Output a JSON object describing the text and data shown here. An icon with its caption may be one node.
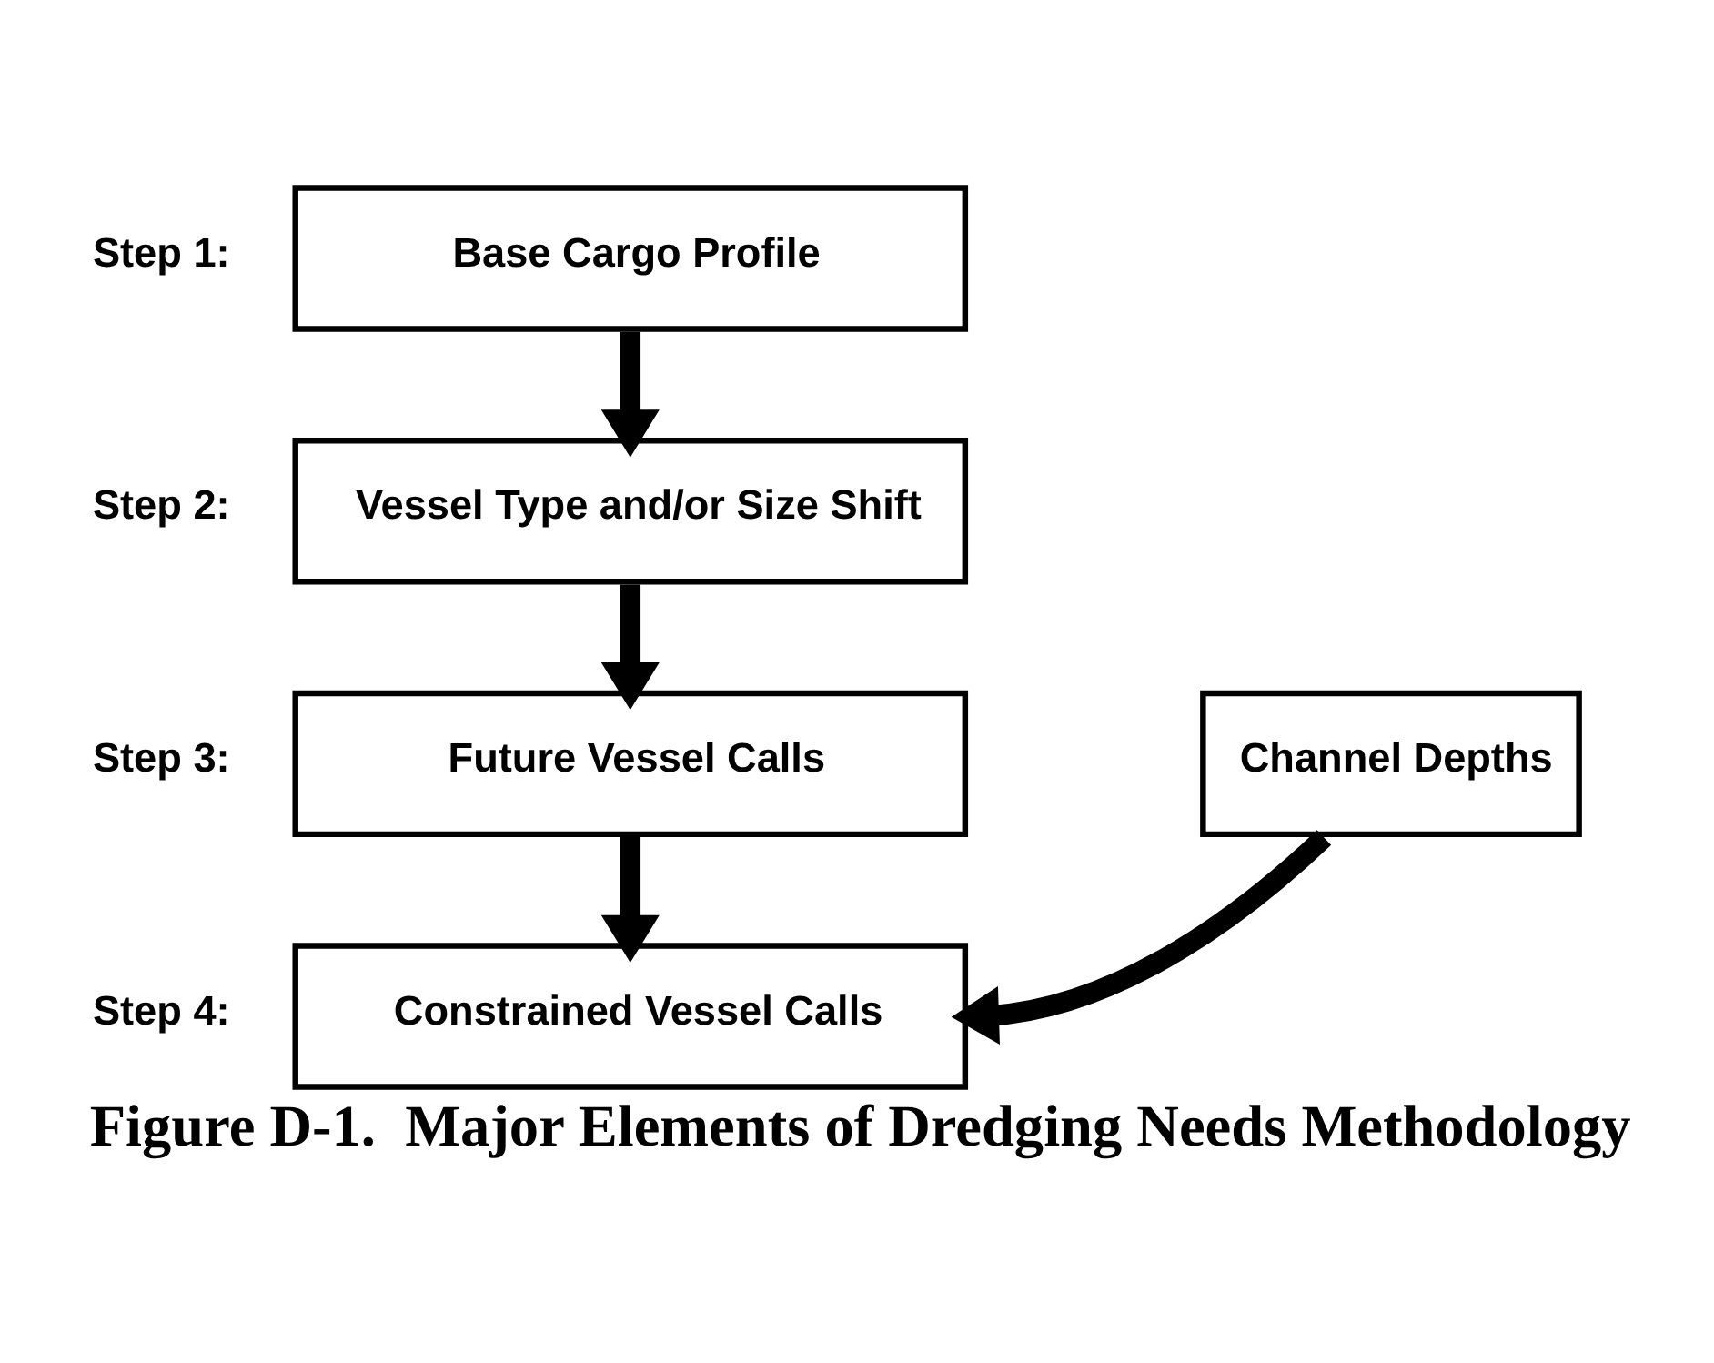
{
  "diagram": {
    "caption": "Figure D-1.  Major Elements of Dredging Needs Methodology",
    "nodes": [
      {
        "text": [
          "Base Cargo Profile"
        ],
        "beside": [
          "Step 1:"
        ]
      },
      {
        "text": [
          "Vessel Type and/or Size Shift"
        ],
        "beside": [
          "Step 2:"
        ]
      },
      {
        "text": [
          "Future Vessel Calls"
        ],
        "beside": [
          "Step 3:"
        ]
      },
      {
        "text": [
          "Channel Depths"
        ]
      },
      {
        "text": [
          "Constrained Vessel Calls"
        ],
        "beside": [
          "Step 4:"
        ]
      }
    ],
    "edges": [
      {
        "from": 0,
        "to": 1,
        "arrow": "to"
      },
      {
        "from": 1,
        "to": 2,
        "arrow": "to"
      },
      {
        "from": 2,
        "to": 4,
        "arrow": "to"
      },
      {
        "from": 3,
        "to": 4,
        "arrow": "to"
      }
    ]
  }
}
